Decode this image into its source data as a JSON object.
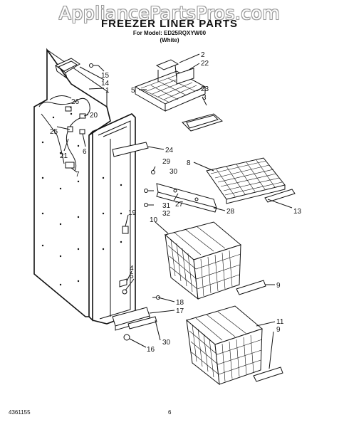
{
  "watermark": "AppliancePartsPros.com",
  "title": "FREEZER LINER PARTS",
  "model_line": "For Model: ED25RQXYW00",
  "color_line": "(White)",
  "footer_left": "4361155",
  "footer_page": "6",
  "callouts": [
    "1",
    "2",
    "22",
    "15",
    "14",
    "5",
    "23",
    "3",
    "26",
    "20",
    "25",
    "21",
    "6",
    "7",
    "24",
    "8",
    "29",
    "30",
    "27",
    "31",
    "32",
    "28",
    "13",
    "10",
    "19",
    "4",
    "5",
    "18",
    "17",
    "9",
    "16",
    "30",
    "11",
    "9"
  ]
}
